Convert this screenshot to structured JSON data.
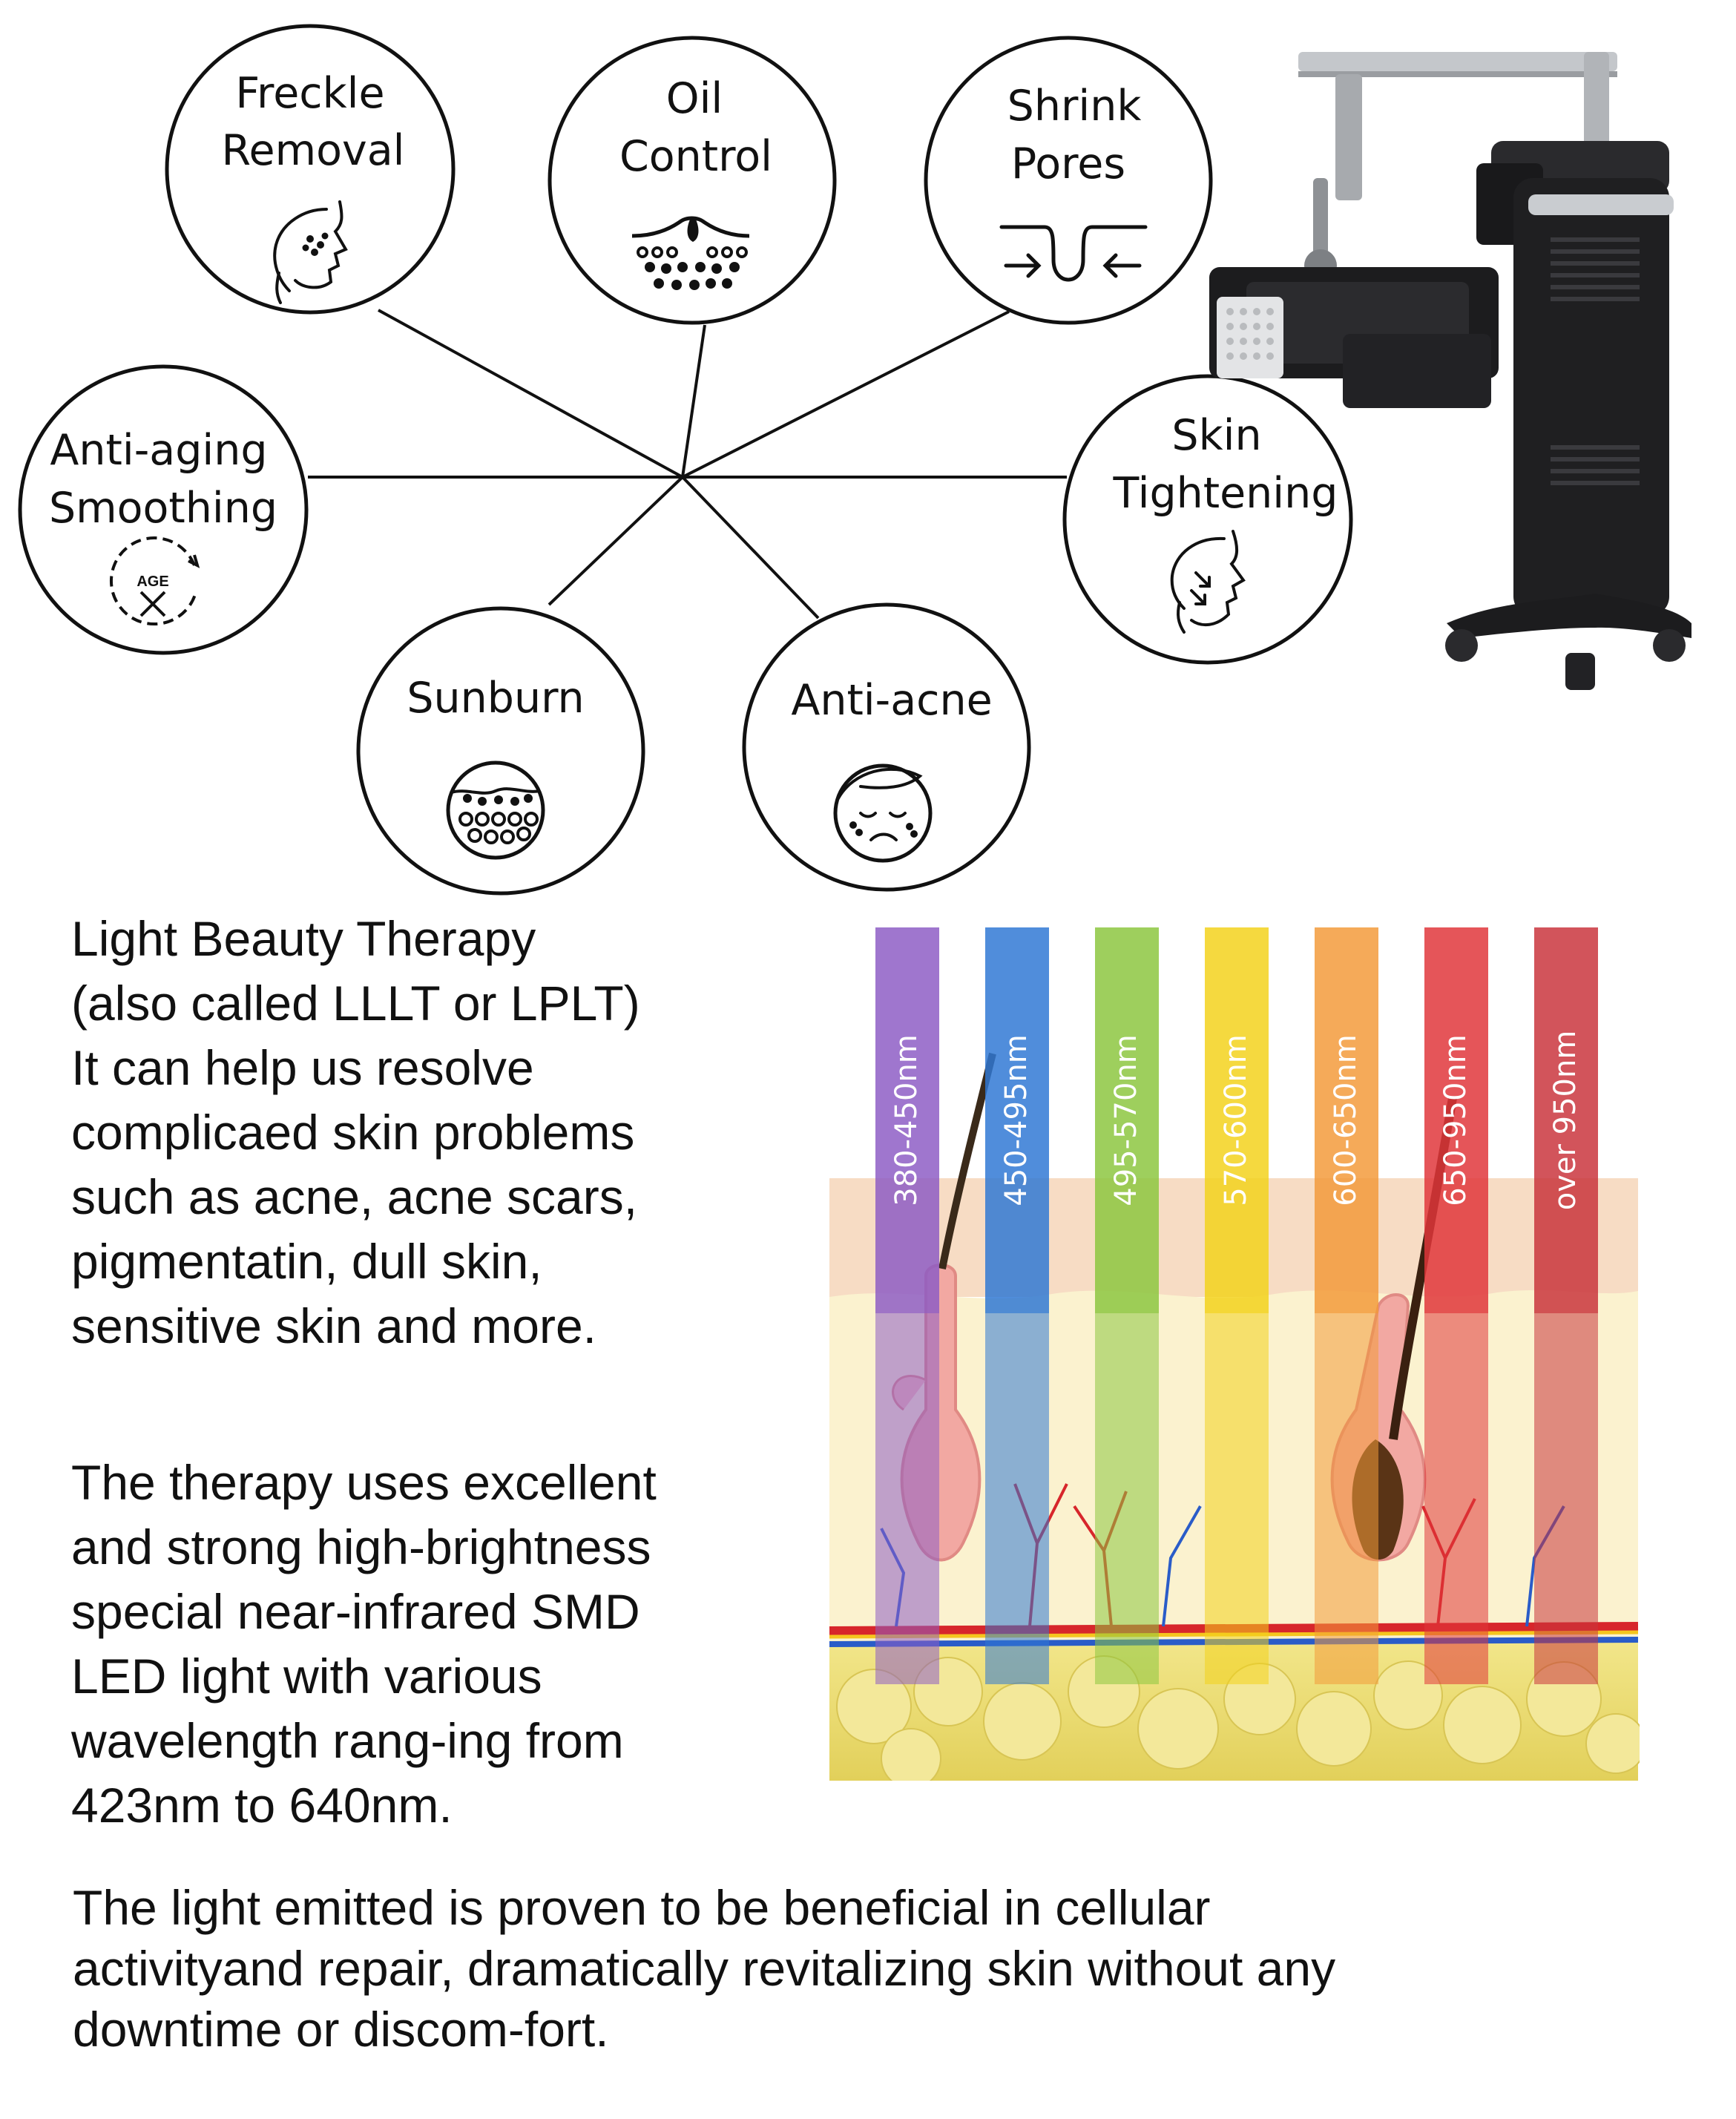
{
  "diagram": {
    "features": [
      {
        "id": "freckle",
        "lines": [
          "Freckle",
          "Removal"
        ],
        "icon": "face-freckle-icon"
      },
      {
        "id": "oil",
        "lines": [
          "Oil",
          "Control"
        ],
        "icon": "oil-pore-icon"
      },
      {
        "id": "pores",
        "lines": [
          "Shrink",
          "Pores"
        ],
        "icon": "shrink-pore-icon"
      },
      {
        "id": "antiaging",
        "lines": [
          "Anti-aging",
          "Smoothing"
        ],
        "icon": "age-clock-icon"
      },
      {
        "id": "tightening",
        "lines": [
          "Skin",
          "Tightening"
        ],
        "icon": "face-lift-icon"
      },
      {
        "id": "sunburn",
        "lines": [
          "Sunburn"
        ],
        "icon": "skin-cells-icon"
      },
      {
        "id": "acne",
        "lines": [
          "Anti-acne"
        ],
        "icon": "acne-face-icon"
      }
    ],
    "icon_age_text": "AGE"
  },
  "text": {
    "para1": "Light Beauty Therapy\n(also  called LLLT or LPLT)\nIt can help us resolve\ncomplicaed skin problems\nsuch as acne, acne scars,\npigmentatin, dull  skin,\nsensitive  skin  and  more.",
    "para2": "The therapy uses excellent\nand  strong high-brightness\nspecial  near-infrared SMD\nLED light with various\nwavelength rang-ing  from\n423nm  to  640nm.",
    "para3": "The light emitted is proven to be beneficial in cellular\nactivityand repair, dramatically revitalizing skin without any\ndowntime or discom-fort."
  },
  "wavelengths": [
    {
      "label": "380-450nm",
      "color": "#8e5cc4"
    },
    {
      "label": "450-495nm",
      "color": "#2f78d4"
    },
    {
      "label": "495-570nm",
      "color": "#8cc63f"
    },
    {
      "label": "570-600nm",
      "color": "#f2d21b"
    },
    {
      "label": "600-650nm",
      "color": "#f29a3a"
    },
    {
      "label": "650-950nm",
      "color": "#e0363b"
    },
    {
      "label": "over  950nm",
      "color": "#c9343c"
    }
  ],
  "colors": {
    "line": "#111111",
    "epidermis": "#f6d8bf",
    "dermis": "#fbf0c9",
    "fat": "#efe07a",
    "artery": "#d7262b",
    "vein": "#2a5cc8",
    "machine": "#1f1f21",
    "metal": "#b9bcc0"
  }
}
